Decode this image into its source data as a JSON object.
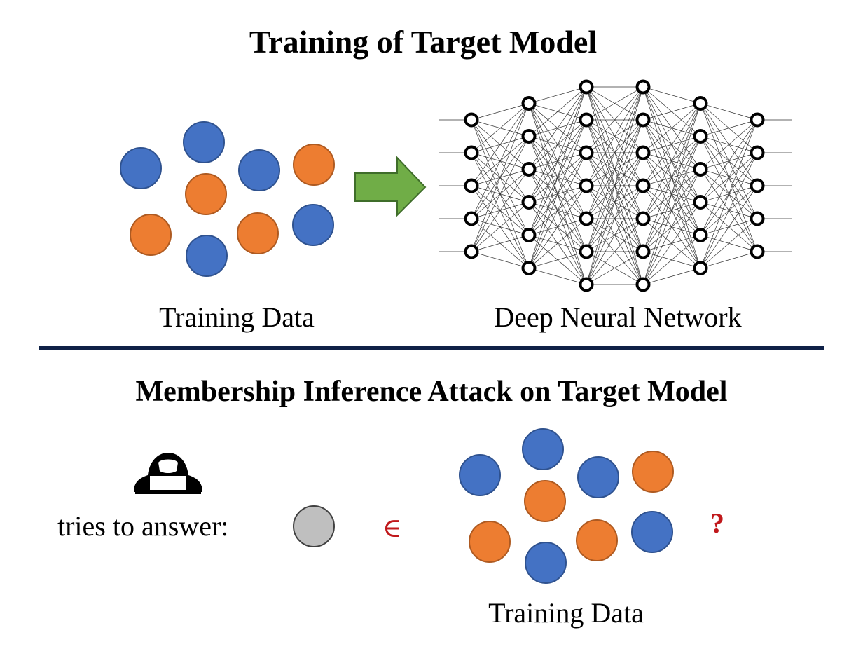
{
  "top_section": {
    "title": "Training of Target Model",
    "training_data_label": "Training Data",
    "network_label": "Deep Neural Network"
  },
  "bottom_section": {
    "title": "Membership Inference Attack on Target Model",
    "attacker_text": "tries to answer:",
    "element_of_symbol": "∈",
    "question_mark": "?",
    "training_data_label": "Training Data"
  },
  "colors": {
    "blue_point": "#4472c4",
    "orange_point": "#ed7d31",
    "query_point": "#bfbfbf",
    "arrow_fill": "#70ad47",
    "divider": "#0f2147",
    "symbol_red": "#c0181b"
  },
  "icons": {
    "attacker": "hooded-hacker-icon",
    "arrow": "right-arrow-icon"
  },
  "network": {
    "layer_sizes": [
      5,
      6,
      7,
      7,
      6,
      5
    ]
  }
}
